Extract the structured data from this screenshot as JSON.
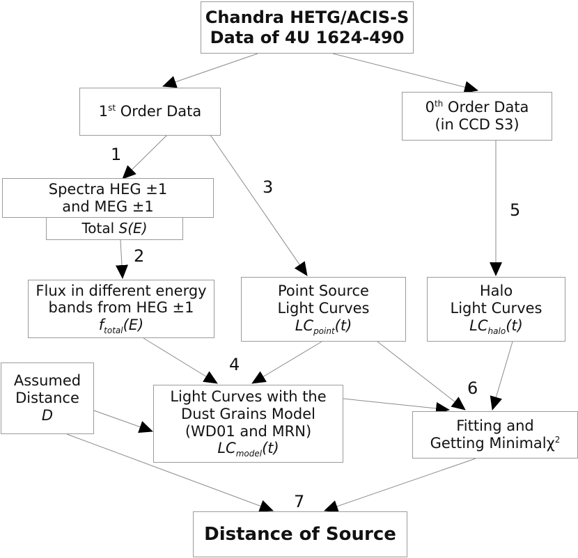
{
  "nodes": {
    "chandra": {
      "line1": "Chandra HETG/ACIS-S",
      "line2": "Data of 4U 1624-490"
    },
    "first_order": {
      "pre": "1",
      "sup": "st",
      "post": " Order Data"
    },
    "zeroth_order": {
      "pre": "0",
      "sup": "th",
      "post": " Order Data",
      "line2": "(in CCD S3)"
    },
    "spectra": {
      "line1": "Spectra HEG ±1",
      "line2": "and MEG ±1"
    },
    "total": {
      "pre": "Total ",
      "italic": "S(E)"
    },
    "flux": {
      "line1": "Flux in different energy",
      "line2": "bands from HEG ±1",
      "f": "f",
      "sub": "total",
      "post": "(E)"
    },
    "point": {
      "line1": "Point Source",
      "line2": "Light Curves",
      "lc": "LC",
      "sub": "point",
      "post": "(t)"
    },
    "halo": {
      "line1": "Halo",
      "line2": "Light Curves",
      "lc": "LC",
      "sub": "halo",
      "post": "(t)"
    },
    "assumed": {
      "line1": "Assumed",
      "line2": "Distance",
      "line3": "D"
    },
    "model": {
      "line1": "Light Curves with the",
      "line2": "Dust Grains Model",
      "line3": "(WD01 and MRN)",
      "lc": "LC",
      "sub": "model",
      "post": "(t)"
    },
    "fitting": {
      "line1": "Fitting and",
      "line2_pre": "Getting Minimal",
      "chi": "χ",
      "sup": "2"
    },
    "distance": {
      "label": "Distance of Source"
    }
  },
  "steps": [
    "1",
    "2",
    "3",
    "4",
    "5",
    "6",
    "7"
  ]
}
